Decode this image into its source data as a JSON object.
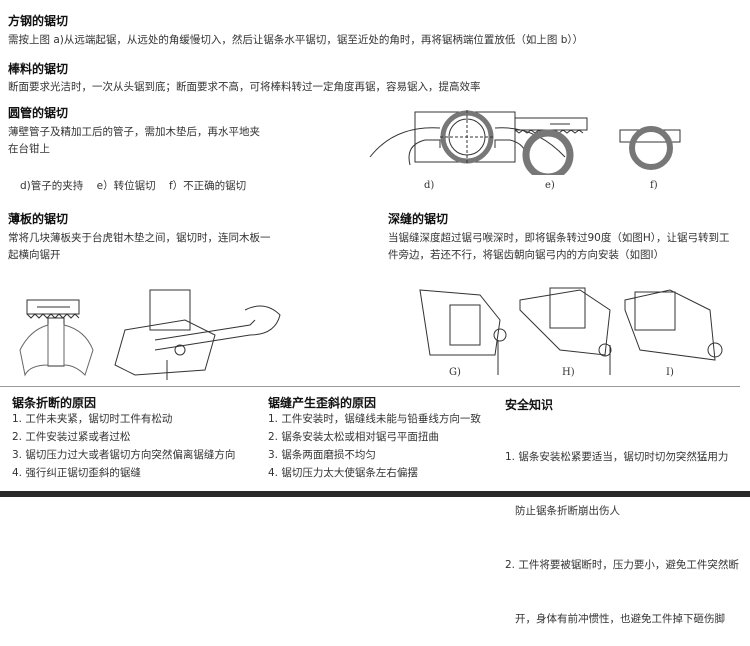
{
  "square_steel": {
    "title": "方钢的锯切",
    "text": "需按上图 a)从远端起锯，从远处的角缓慢切入，然后让锯条水平锯切，锯至近处的角时，再将锯柄端位置放低（如上图 b））"
  },
  "bar_stock": {
    "title": "棒料的锯切",
    "text": "断面要求光洁时，一次从头锯到底；断面要求不高，可将棒料转过一定角度再锯，容易锯入，提高效率"
  },
  "round_pipe": {
    "title": "圆管的锯切",
    "lines": [
      "薄壁管子及精加工后的管子，需加木垫后，再水平地夹",
      "在台钳上"
    ],
    "captions": [
      "d)管子的夹持",
      "e）转位锯切",
      "f）不正确的锯切"
    ],
    "fig_labels": [
      "d)",
      "e)",
      "f)"
    ]
  },
  "thin_plate": {
    "title": "薄板的锯切",
    "lines": [
      "常将几块薄板夹于台虎钳木垫之间，锯切时，连同木板一",
      "起横向锯开"
    ]
  },
  "deep_slot": {
    "title": "深缝的锯切",
    "lines": [
      "当锯缝深度超过锯弓喉深时，即将锯条转过90度（如图H），让锯弓转到工",
      "件旁边，若还不行，将锯齿朝向锯弓内的方向安装（如图I）"
    ],
    "fig_labels": [
      "G)",
      "H)",
      "I)"
    ]
  },
  "blade_break": {
    "title": "锯条折断的原因",
    "items": [
      "1. 工件未夹紧，锯切时工件有松动",
      "2. 工件安装过紧或者过松",
      "3. 锯切压力过大或者锯切方向突然偏离锯缝方向",
      "4. 强行纠正锯切歪斜的锯缝"
    ]
  },
  "kerf_skew": {
    "title": "锯缝产生歪斜的原因",
    "items": [
      "1. 工件安装时，锯缝线未能与铅垂线方向一致",
      "2. 锯条安装太松或相对锯弓平面扭曲",
      "3. 锯条两面磨损不均匀",
      "4. 锯切压力太大使锯条左右偏摆"
    ]
  },
  "safety": {
    "title": "安全知识",
    "items": [
      "1. 锯条安装松紧要适当，锯切时切勿突然猛用力",
      "   防止锯条折断崩出伤人",
      "2. 工件将要被锯断时，压力要小，避免工件突然断",
      "   开，身体有前冲惯性，也避免工件掉下砸伤脚"
    ]
  }
}
